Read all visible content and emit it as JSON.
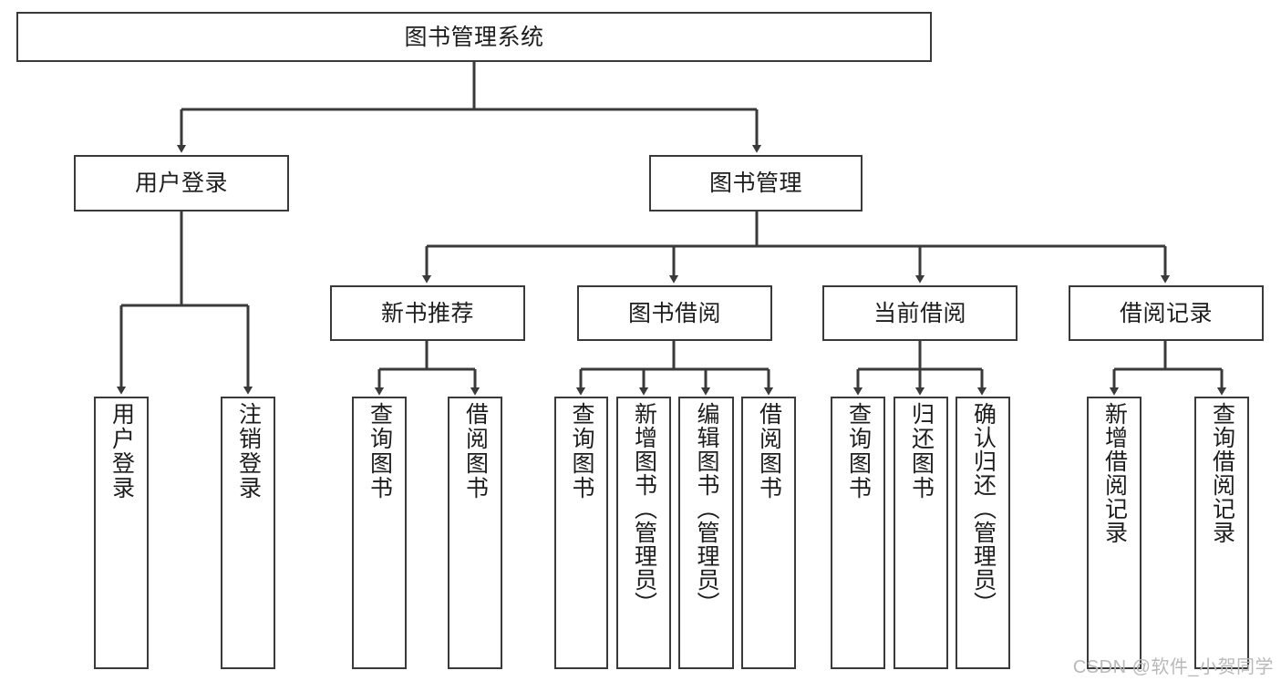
{
  "diagram": {
    "type": "tree-hierarchy-chart",
    "title": "图书管理系统",
    "stroke_color": "#3a3a3a",
    "text_color": "#1d1d1d",
    "background_color": "#ffffff",
    "levels": 4,
    "root": {
      "label": "图书管理系统"
    },
    "level2": [
      {
        "label": "用户登录"
      },
      {
        "label": "图书管理"
      }
    ],
    "level3": [
      {
        "label": "新书推荐"
      },
      {
        "label": "图书借阅"
      },
      {
        "label": "当前借阅"
      },
      {
        "label": "借阅记录"
      }
    ],
    "leaves": {
      "user_login": [
        {
          "label": "用户登录"
        },
        {
          "label": "注销登录"
        }
      ],
      "new_book_recommend": [
        {
          "label": "查询图书"
        },
        {
          "label": "借阅图书"
        }
      ],
      "book_borrow": [
        {
          "label": "查询图书"
        },
        {
          "label": "新增图书（管理员）"
        },
        {
          "label": "编辑图书（管理员）"
        },
        {
          "label": "借阅图书"
        }
      ],
      "current_borrow": [
        {
          "label": "查询图书"
        },
        {
          "label": "归还图书"
        },
        {
          "label": "确认归还（管理员）"
        }
      ],
      "borrow_record": [
        {
          "label": "新增借阅记录"
        },
        {
          "label": "查询借阅记录"
        }
      ]
    }
  },
  "watermark": {
    "text": "CSDN @软件_小贺同学"
  }
}
